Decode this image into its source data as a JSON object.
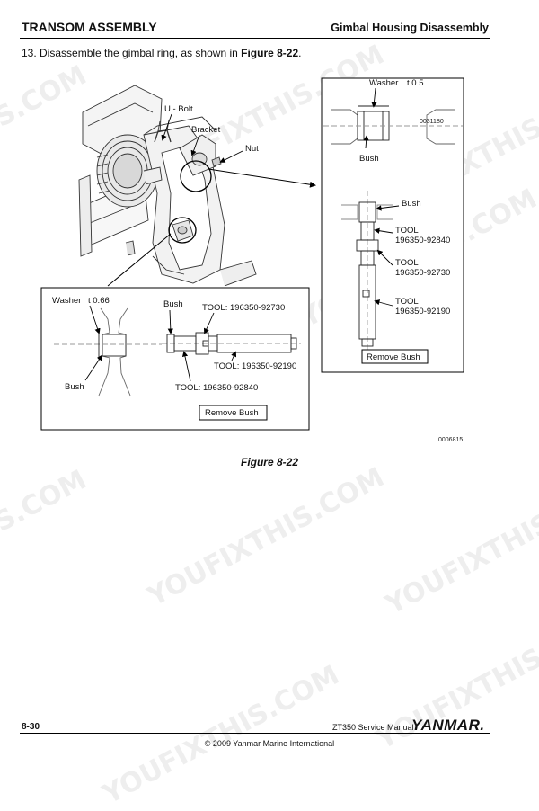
{
  "header": {
    "section": "TRANSOM ASSEMBLY",
    "topic": "Gimbal Housing Disassembly"
  },
  "step": {
    "text": "13. Disassemble the gimbal ring, as shown in ",
    "ref": "Figure 8-22",
    "end": "."
  },
  "main_figure": {
    "u_bolt": "U - Bolt",
    "bracket": "Bracket",
    "nut": "Nut"
  },
  "right_inset": {
    "washer": "Washer",
    "washer_t": "t 0.5",
    "code": "0031180",
    "bush_top": "Bush",
    "bush_tool": "Bush",
    "tool1_label": "TOOL",
    "tool1_no": "196350-92840",
    "tool2_label": "TOOL",
    "tool2_no": "196350-92730",
    "tool3_label": "TOOL",
    "tool3_no": "196350-92190",
    "button": "Remove Bush"
  },
  "left_inset": {
    "washer": "Washer",
    "washer_t": "t 0.66",
    "bush_top": "Bush",
    "bush_bottom": "Bush",
    "tool_a": "TOOL: 196350-92730",
    "tool_b": "TOOL: 196350-92190",
    "tool_c": "TOOL: 196350-92840",
    "button": "Remove Bush"
  },
  "figure_code": "0006815",
  "caption": "Figure 8-22",
  "footer": {
    "page": "8-30",
    "manual": "ZT350 Service Manual",
    "brand": "YANMAR.",
    "copyright": "© 2009 Yanmar Marine International"
  },
  "watermarks": [
    "YOUFIXTHIS.COM",
    "YOUFIXTHIS.COM",
    "YOUFIXTHIS",
    "YOUFIXTHIS.COM",
    "YOUFIXTHIS",
    "S.COM",
    "S.COM",
    "YOUFIXTHIS.COM",
    "YOUFIXTHIS"
  ]
}
